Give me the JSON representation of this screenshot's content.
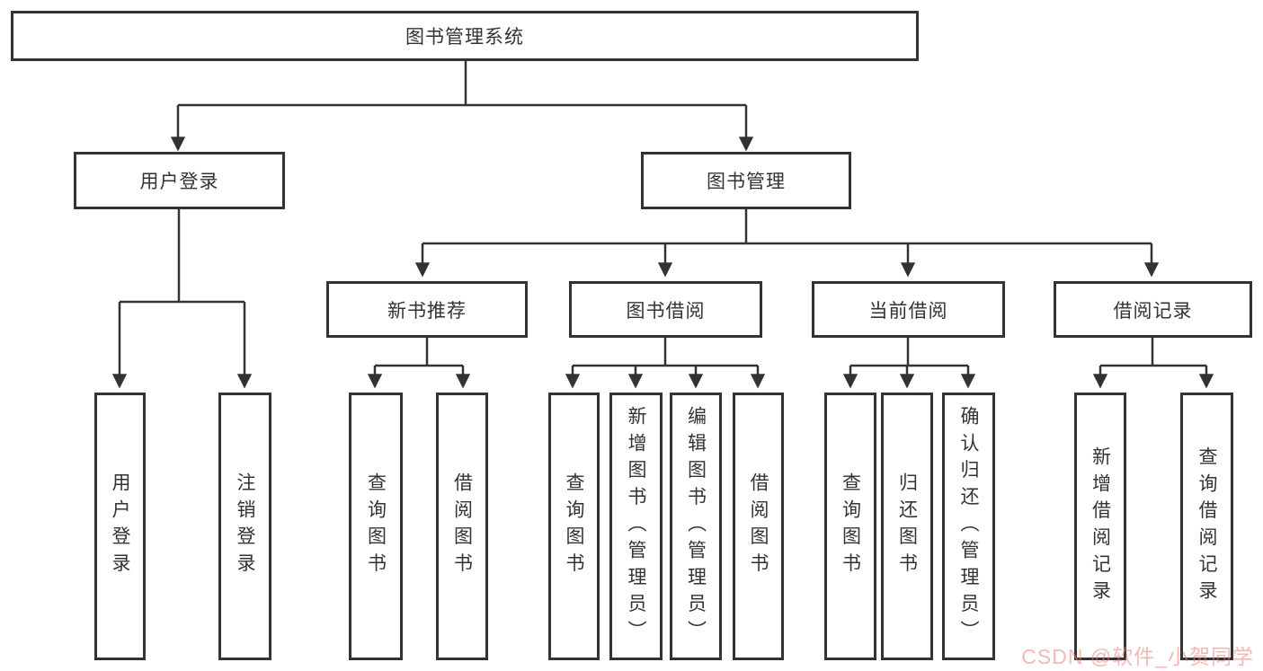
{
  "diagram": {
    "root": {
      "label": "图书管理系统"
    },
    "level2": [
      {
        "id": "user-login",
        "label": "用户登录"
      },
      {
        "id": "book-management",
        "label": "图书管理"
      }
    ],
    "level3": [
      {
        "id": "new-book-recommendation",
        "label": "新书推荐"
      },
      {
        "id": "book-borrowing",
        "label": "图书借阅"
      },
      {
        "id": "current-borrowing",
        "label": "当前借阅"
      },
      {
        "id": "borrowing-records",
        "label": "借阅记录"
      }
    ],
    "leaves": [
      {
        "parent": "user-login",
        "label": "用户登录"
      },
      {
        "parent": "user-login",
        "label": "注销登录"
      },
      {
        "parent": "new-book-recommendation",
        "label": "查询图书"
      },
      {
        "parent": "new-book-recommendation",
        "label": "借阅图书"
      },
      {
        "parent": "book-borrowing",
        "label": "查询图书"
      },
      {
        "parent": "book-borrowing",
        "label": "新增图书（管理员）"
      },
      {
        "parent": "book-borrowing",
        "label": "编辑图书（管理员）"
      },
      {
        "parent": "book-borrowing",
        "label": "借阅图书"
      },
      {
        "parent": "current-borrowing",
        "label": "查询图书"
      },
      {
        "parent": "current-borrowing",
        "label": "归还图书"
      },
      {
        "parent": "current-borrowing",
        "label": "确认归还（管理员）"
      },
      {
        "parent": "borrowing-records",
        "label": "新增借阅记录"
      },
      {
        "parent": "borrowing-records",
        "label": "查询借阅记录"
      }
    ]
  },
  "watermark": {
    "text": "CSDN @软件_小贺同学",
    "color": "#eb7d73"
  },
  "colors": {
    "line": "#333333",
    "box_border": "#333333",
    "box_background": "#ffffff",
    "text": "#333333"
  }
}
